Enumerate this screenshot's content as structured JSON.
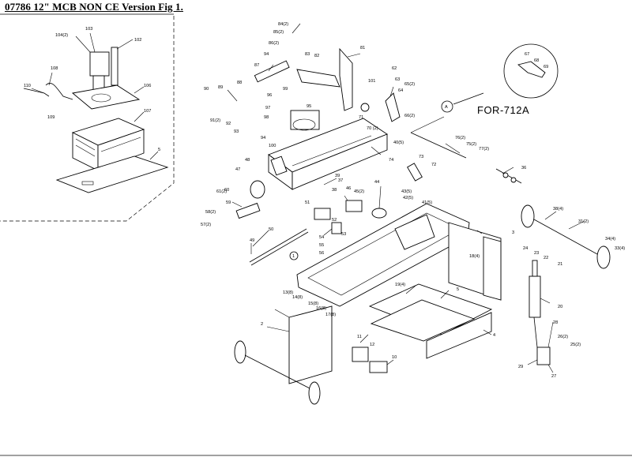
{
  "title": "07786 12\" MCB NON CE Version Fig 1.",
  "detail_label": "FOR-712A",
  "detail_marker": "A",
  "ref_marker_1": "1",
  "labels": {
    "104_2": "104(2)",
    "103": "103",
    "102": "102",
    "108": "108",
    "110": "110",
    "109": "109",
    "106": "106",
    "107": "107",
    "5a": "5",
    "84_2": "84(2)",
    "85_2": "85(2)",
    "86_2": "86(2)",
    "94": "94",
    "83": "83",
    "82": "82",
    "81": "81",
    "87": "87",
    "88": "88",
    "89": "89",
    "90": "90",
    "91_2": "91(2)",
    "92": "92",
    "93": "93",
    "96": "96",
    "97": "97",
    "98": "98",
    "99": "99",
    "95": "95",
    "100": "100",
    "101": "101",
    "62": "62",
    "63": "63",
    "64": "64",
    "65_2": "65(2)",
    "66_2": "66(2)",
    "70_2": "70 (2)",
    "71": "71",
    "67": "67",
    "68": "68",
    "69": "69",
    "76_2": "76(2)",
    "75_2": "75(2)",
    "77_2": "77(2)",
    "40_5": "40(5)",
    "74": "74",
    "73": "73",
    "72": "72",
    "39": "39",
    "36": "36",
    "48": "48",
    "47": "47",
    "37": "37",
    "38": "38",
    "46": "46",
    "45_2": "45(2)",
    "44": "44",
    "43_5": "43(5)",
    "42_5": "42(5)",
    "41_5": "41(5)",
    "60": "60",
    "61_2": "61(2)",
    "59": "59",
    "58_2": "58(2)",
    "57_2": "57(2)",
    "51": "51",
    "52": "52",
    "53": "53",
    "54": "54",
    "55": "55",
    "56": "56",
    "50": "50",
    "49": "49",
    "3": "3",
    "18_4": "18(4)",
    "38_4": "38(4)",
    "31_2": "31(2)",
    "34_4": "34(4)",
    "33_4": "33(4)",
    "24": "24",
    "23": "23",
    "22": "22",
    "21": "21",
    "20": "20",
    "19_4": "19(4)",
    "5b": "5",
    "13_8": "13(8)",
    "14_8": "14(8)",
    "15_8": "15(8)",
    "16_8": "16(8)",
    "17_8": "17(8)",
    "2": "2",
    "4": "4",
    "11": "11",
    "12": "12",
    "10": "10",
    "28": "28",
    "26_2": "26(2)",
    "25_2": "25(2)",
    "29": "29",
    "27": "27"
  }
}
